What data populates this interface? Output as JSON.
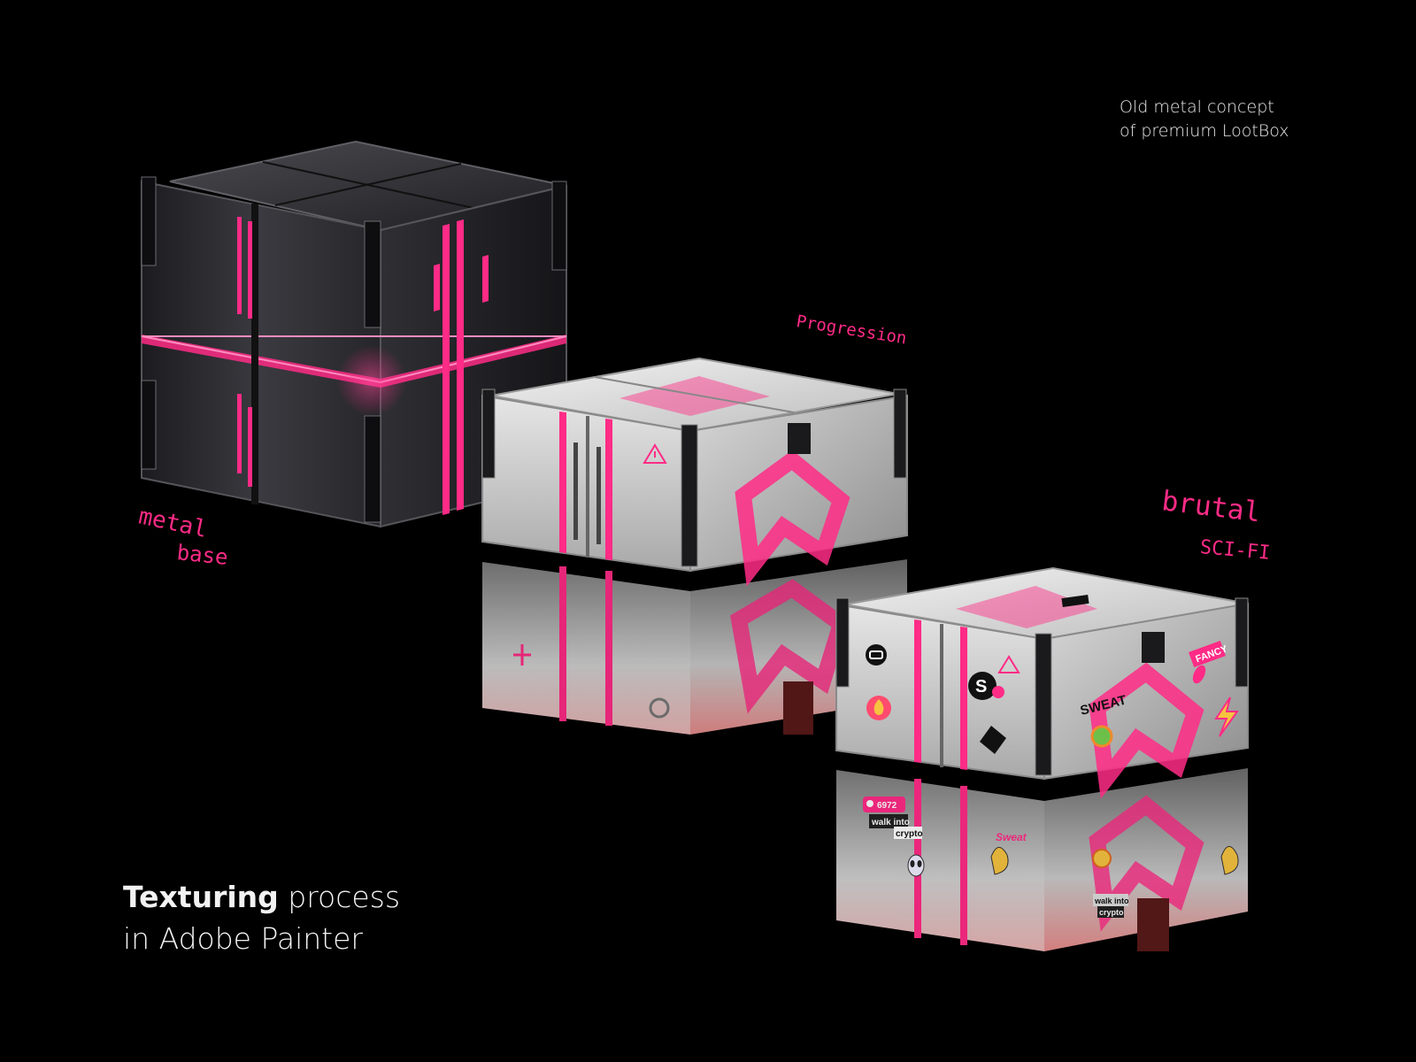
{
  "caption": {
    "line1": "Old metal concept",
    "line2": "of premium LootBox"
  },
  "title": {
    "bold": "Texturing",
    "rest": " process",
    "line2": "in Adobe Painter"
  },
  "annotations": {
    "metal": "metal",
    "base": "base",
    "progression": "Progression",
    "brutal": "brutal",
    "scifi": "SCI-FI"
  },
  "stickers": {
    "sweat": "SWEAT",
    "fancy": "FANCY",
    "walk_into": "walk into",
    "crypto": "crypto",
    "likes": "6972",
    "s_logo": "S",
    "sweat_script": "Sweat"
  },
  "colors": {
    "background": "#000000",
    "accent_pink": "#ff2b86",
    "metal_dark": "#2c2c30",
    "metal_light": "#d9d9d9"
  },
  "icons": [
    "warning-icon",
    "flame-icon",
    "alien-icon",
    "hand-icon",
    "sun-icon",
    "lightning-icon",
    "globe-icon",
    "heart-icon",
    "footprint-icon",
    "gear-icon"
  ]
}
